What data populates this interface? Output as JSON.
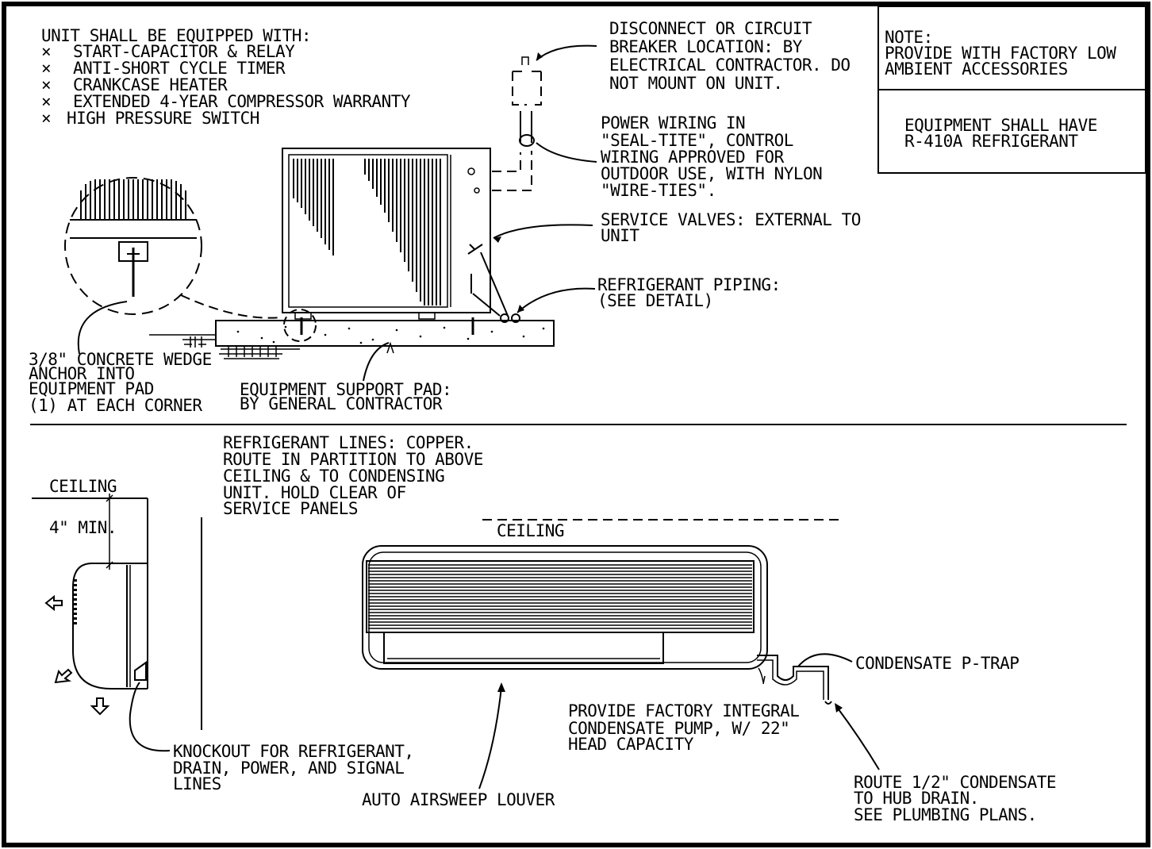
{
  "top_left_note": {
    "heading": "UNIT SHALL BE EQUIPPED WITH:",
    "items": [
      "START-CAPACITOR & RELAY",
      "ANTI-SHORT CYCLE TIMER",
      "CRANKCASE HEATER",
      "EXTENDED 4-YEAR COMPRESSOR WARRANTY",
      "HIGH PRESSURE SWITCH"
    ],
    "bullet": "×"
  },
  "disconnect_note": [
    "DISCONNECT OR CIRCUIT",
    "BREAKER LOCATION: BY",
    "ELECTRICAL CONTRACTOR. DO",
    "NOT MOUNT ON UNIT."
  ],
  "power_wiring_note": [
    "POWER WIRING IN",
    "\"SEAL-TITE\", CONTROL",
    "WIRING APPROVED FOR",
    "OUTDOOR USE, WITH NYLON",
    "\"WIRE-TIES\"."
  ],
  "service_valves_note": [
    "SERVICE VALVES: EXTERNAL TO",
    "UNIT"
  ],
  "refrigerant_piping_note": [
    "REFRIGERANT PIPING:",
    "(SEE DETAIL)"
  ],
  "anchor_note": [
    "3/8\" CONCRETE WEDGE",
    "ANCHOR INTO",
    "EQUIPMENT PAD",
    "(1) AT EACH CORNER"
  ],
  "support_pad_note": [
    "EQUIPMENT SUPPORT PAD:",
    "BY GENERAL CONTRACTOR"
  ],
  "note_box": {
    "note_lines": [
      "NOTE:",
      "PROVIDE WITH FACTORY LOW",
      "AMBIENT ACCESSORIES"
    ],
    "refrigerant_lines": [
      "EQUIPMENT SHALL HAVE",
      "R-410A REFRIGERANT"
    ]
  },
  "refrigerant_lines_note": [
    "REFRIGERANT LINES: COPPER.",
    "ROUTE IN PARTITION TO ABOVE",
    "CEILING & TO CONDENSING",
    "UNIT.  HOLD CLEAR OF",
    "SERVICE PANELS"
  ],
  "side_view": {
    "ceiling_label": "CEILING",
    "min_label": "4\" MIN."
  },
  "front_view_ceiling_label": "CEILING",
  "condensate_ptrap_note": "CONDENSATE P-TRAP",
  "condensate_pump_note": [
    "PROVIDE FACTORY INTEGRAL",
    "CONDENSATE PUMP, W/ 22\"",
    "HEAD CAPACITY"
  ],
  "knockout_note": [
    "KNOCKOUT FOR REFRIGERANT,",
    "DRAIN, POWER, AND SIGNAL",
    "LINES"
  ],
  "louver_note": "AUTO AIRSWEEP LOUVER",
  "route_condensate_note": [
    "ROUTE 1/2\" CONDENSATE",
    "TO HUB DRAIN.",
    "SEE PLUMBING PLANS."
  ]
}
